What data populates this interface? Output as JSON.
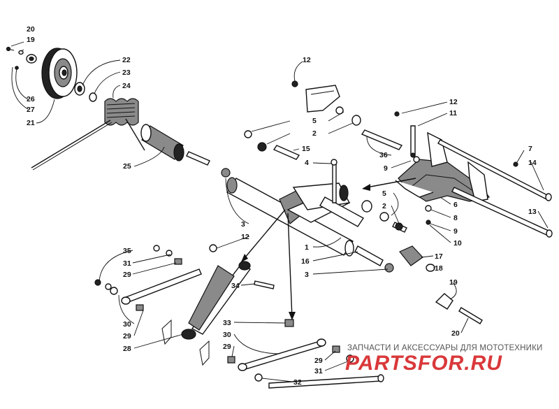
{
  "diagram": {
    "labels": {
      "l20a": "20",
      "l19a": "19",
      "l26": "26",
      "l27": "27",
      "l21": "21",
      "l22": "22",
      "l23": "23",
      "l24": "24",
      "l25": "25",
      "l12a": "12",
      "l5a": "5",
      "l2a": "2",
      "l15": "15",
      "l36": "36",
      "l4": "4",
      "l9a": "9",
      "l12b": "12",
      "l11": "11",
      "l7": "7",
      "l14": "14",
      "l5b": "5",
      "l2b": "2",
      "l6": "6",
      "l8": "8",
      "l9b": "9",
      "l10": "10",
      "l13": "13",
      "l3a": "3",
      "l12c": "12",
      "l1": "1",
      "l16": "16",
      "l3b": "3",
      "l17": "17",
      "l18": "18",
      "l35": "35",
      "l31a": "31",
      "l29a": "29",
      "l34": "34",
      "l19b": "19",
      "l30a": "30",
      "l29b": "29",
      "l28": "28",
      "l33": "33",
      "l30b": "30",
      "l29c": "29",
      "l20b": "20",
      "l29d": "29",
      "l31b": "31",
      "l32": "32"
    }
  },
  "watermark": {
    "caption": "ЗАПЧАСТИ И АКСЕССУАРЫ ДЛЯ МОТОТЕХНИКИ",
    "logo": "PARTSFOR.RU",
    "logo_color": "#d9383a"
  }
}
